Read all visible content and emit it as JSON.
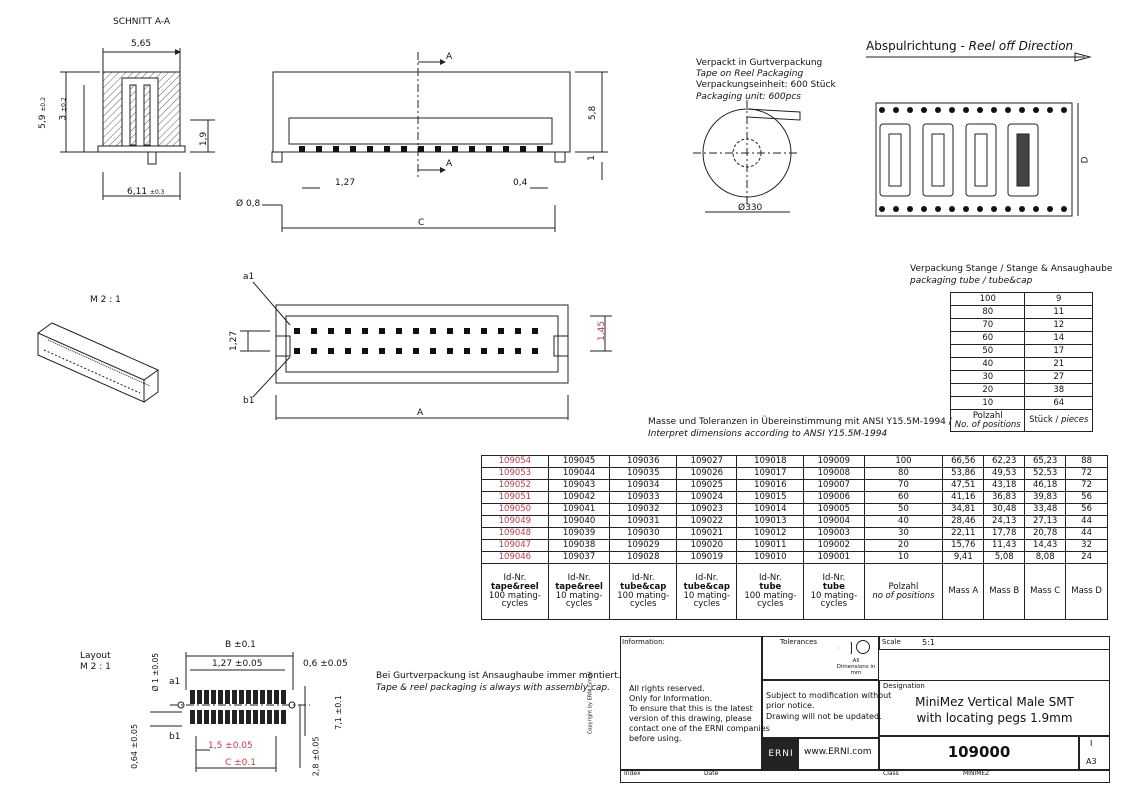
{
  "section": {
    "title": "SCHNITT A-A",
    "scale": "M 2 : 1"
  },
  "dims": {
    "w565": "5,65",
    "h59": "5,9",
    "tol02a": "±0.2",
    "h3": "3",
    "tol02b": "±0.2",
    "h19": "1,9",
    "w611": "6,11",
    "tol03": "±0.3",
    "sectionA": "A",
    "h58": "5,8",
    "h1": "1",
    "d08": "0,8",
    "p127": "1,27",
    "p04": "0,4",
    "c": "C",
    "a1": "a1",
    "b1": "b1",
    "h127": "1,27",
    "h145": "1,45",
    "wA": "A"
  },
  "packaging_reel": {
    "de1": "Verpackt in Gurtverpackung",
    "en1": "Tape on Reel Packaging",
    "de2": "Verpackungseinheit:  600 Stück",
    "en2": "Packaging unit:  600pcs",
    "d330": "330"
  },
  "reel_direction": {
    "de": "Abspulrichtung - ",
    "en": "Reel off Direction",
    "d": "D"
  },
  "tube": {
    "title": "Verpackung Stange / Stange & Ansaughaube",
    "subtitle": "packaging tube / tube&cap",
    "rows": [
      [
        "100",
        "9"
      ],
      [
        "80",
        "11"
      ],
      [
        "70",
        "12"
      ],
      [
        "60",
        "14"
      ],
      [
        "50",
        "17"
      ],
      [
        "40",
        "21"
      ],
      [
        "30",
        "27"
      ],
      [
        "20",
        "38"
      ],
      [
        "10",
        "64"
      ]
    ],
    "head1": "Polzahl",
    "head1b": "No. of positions",
    "head2": "Stück / ",
    "head2b": "pieces"
  },
  "ansi": {
    "de": "Masse und Toleranzen in Übereinstimmung mit ANSI  Y15.5M-1994 /",
    "en": "Interpret dimensions according to ANSI Y15.5M-1994"
  },
  "main_table": {
    "rows": [
      [
        "109054",
        "109045",
        "109036",
        "109027",
        "109018",
        "109009",
        "100",
        "66,56",
        "62,23",
        "65,23",
        "88"
      ],
      [
        "109053",
        "109044",
        "109035",
        "109026",
        "109017",
        "109008",
        "80",
        "53,86",
        "49,53",
        "52,53",
        "72"
      ],
      [
        "109052",
        "109043",
        "109034",
        "109025",
        "109016",
        "109007",
        "70",
        "47,51",
        "43,18",
        "46,18",
        "72"
      ],
      [
        "109051",
        "109042",
        "109033",
        "109024",
        "109015",
        "109006",
        "60",
        "41,16",
        "36,83",
        "39,83",
        "56"
      ],
      [
        "109050",
        "109041",
        "109032",
        "109023",
        "109014",
        "109005",
        "50",
        "34,81",
        "30,48",
        "33,48",
        "56"
      ],
      [
        "109049",
        "109040",
        "109031",
        "109022",
        "109013",
        "109004",
        "40",
        "28,46",
        "24,13",
        "27,13",
        "44"
      ],
      [
        "109048",
        "109039",
        "109030",
        "109021",
        "109012",
        "109003",
        "30",
        "22,11",
        "17,78",
        "20,78",
        "44"
      ],
      [
        "109047",
        "109038",
        "109029",
        "109020",
        "109011",
        "109002",
        "20",
        "15,76",
        "11,43",
        "14,43",
        "32"
      ],
      [
        "109046",
        "109037",
        "109028",
        "109019",
        "109010",
        "109001",
        "10",
        "9,41",
        "5,08",
        "8,08",
        "24"
      ]
    ],
    "headers": [
      [
        "Id-Nr.",
        "tape&reel",
        "100 mating-",
        "cycles"
      ],
      [
        "Id-Nr.",
        "tape&reel",
        "10 mating-",
        "cycles"
      ],
      [
        "Id-Nr.",
        "tube&cap",
        "100 mating-",
        "cycles"
      ],
      [
        "Id-Nr.",
        "tube&cap",
        "10 mating-",
        "cycles"
      ],
      [
        "Id-Nr.",
        "tube",
        "100 mating-",
        "cycles"
      ],
      [
        "Id-Nr.",
        "tube",
        "10 mating-",
        "cycles"
      ],
      [
        "Polzahl",
        "no of positions"
      ],
      [
        "Mass A"
      ],
      [
        "Mass B"
      ],
      [
        "Mass C"
      ],
      [
        "Mass D"
      ]
    ]
  },
  "layout": {
    "title": "Layout",
    "scale": "M 2 : 1",
    "b": "B ±0.1",
    "p127": "1,27 ±0.05",
    "p06": "0,6 ±0.05",
    "d1": "Ø 1 ±0.05",
    "a1": "a1",
    "b1": "b1",
    "h71": "7,1 ±0.1",
    "h064": "0,64 ±0.05",
    "p15": "1,5 ±0.05",
    "c": "C ±0.1",
    "h28": "2,8 ±0.05"
  },
  "note": {
    "de": "Bei Gurtverpackung ist Ansaughaube immer montiert.",
    "en": "Tape & reel packaging is always with assembly cap."
  },
  "titleblock": {
    "information": "Information:",
    "rights": [
      "All rights reserved.",
      "Only for Information.",
      "To ensure that this is the latest",
      "version of this drawing, please",
      "contact one of the ERNI companies",
      "before using."
    ],
    "copyright": "Copyright by ERNI GmbH",
    "tolerances": "Tolerances",
    "alldim": "All Dimensions in mm",
    "modification": [
      "Subject to modification without",
      "prior notice.",
      "Drawing will not be updated."
    ],
    "scale_label": "Scale",
    "scale_value": "5:1",
    "designation_label": "Designation",
    "designation": [
      "MiniMez Vertical Male SMT",
      "with locating pegs 1.9mm"
    ],
    "number": "109000",
    "sheet": "I",
    "format": "A3",
    "brand": "ERNI",
    "web": "www.ERNI.com",
    "index": "Index",
    "date": "Date",
    "class_label": "Class",
    "class_value": "MINIMEZ"
  }
}
